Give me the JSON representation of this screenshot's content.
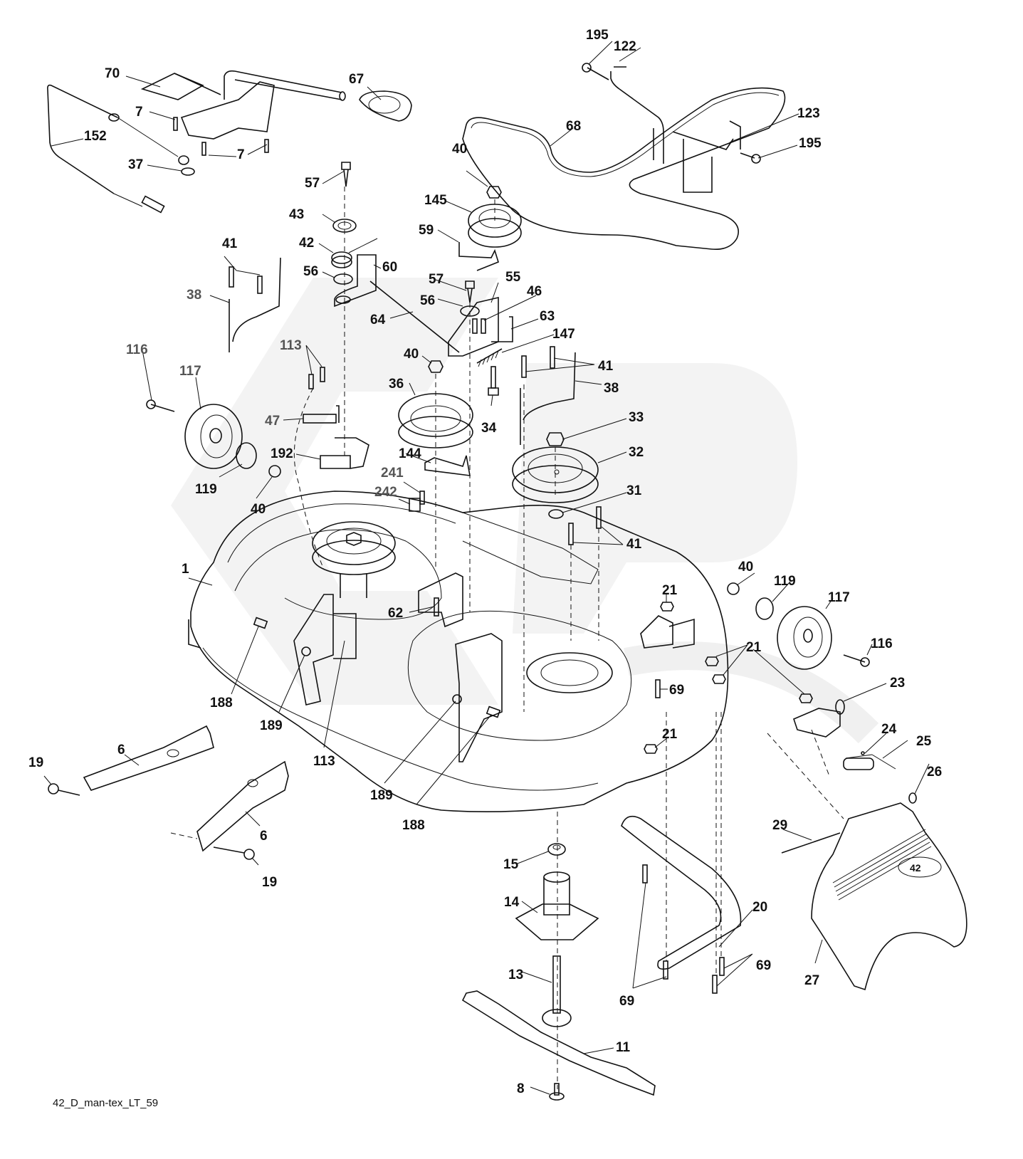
{
  "diagram": {
    "title_code": "42_D_man-tex_LT_59",
    "type": "exploded parts diagram",
    "subject": "42 in. mower deck assembly",
    "watermark_color": "#f0f0f0",
    "callouts": [
      {
        "id": "c-70",
        "label": "70"
      },
      {
        "id": "c-7a",
        "label": "7"
      },
      {
        "id": "c-7b",
        "label": "7"
      },
      {
        "id": "c-152",
        "label": "152"
      },
      {
        "id": "c-37",
        "label": "37"
      },
      {
        "id": "c-67",
        "label": "67"
      },
      {
        "id": "c-195a",
        "label": "195"
      },
      {
        "id": "c-122",
        "label": "122"
      },
      {
        "id": "c-123",
        "label": "123"
      },
      {
        "id": "c-195b",
        "label": "195"
      },
      {
        "id": "c-68",
        "label": "68"
      },
      {
        "id": "c-57a",
        "label": "57"
      },
      {
        "id": "c-43",
        "label": "43"
      },
      {
        "id": "c-42",
        "label": "42"
      },
      {
        "id": "c-56a",
        "label": "56"
      },
      {
        "id": "c-60",
        "label": "60"
      },
      {
        "id": "c-64",
        "label": "64"
      },
      {
        "id": "c-40a",
        "label": "40"
      },
      {
        "id": "c-145",
        "label": "145"
      },
      {
        "id": "c-59",
        "label": "59"
      },
      {
        "id": "c-57b",
        "label": "57"
      },
      {
        "id": "c-55",
        "label": "55"
      },
      {
        "id": "c-56b",
        "label": "56"
      },
      {
        "id": "c-46",
        "label": "46"
      },
      {
        "id": "c-63",
        "label": "63"
      },
      {
        "id": "c-147",
        "label": "147"
      },
      {
        "id": "c-41a",
        "label": "41"
      },
      {
        "id": "c-38a",
        "label": "38"
      },
      {
        "id": "c-113a",
        "label": "113"
      },
      {
        "id": "c-116a",
        "label": "116"
      },
      {
        "id": "c-117a",
        "label": "117"
      },
      {
        "id": "c-47",
        "label": "47"
      },
      {
        "id": "c-192",
        "label": "192"
      },
      {
        "id": "c-119a",
        "label": "119"
      },
      {
        "id": "c-40b",
        "label": "40"
      },
      {
        "id": "c-40c",
        "label": "40"
      },
      {
        "id": "c-36",
        "label": "36"
      },
      {
        "id": "c-34",
        "label": "34"
      },
      {
        "id": "c-41b",
        "label": "41"
      },
      {
        "id": "c-38b",
        "label": "38"
      },
      {
        "id": "c-33",
        "label": "33"
      },
      {
        "id": "c-32",
        "label": "32"
      },
      {
        "id": "c-144",
        "label": "144"
      },
      {
        "id": "c-241",
        "label": "241"
      },
      {
        "id": "c-242",
        "label": "242"
      },
      {
        "id": "c-31",
        "label": "31"
      },
      {
        "id": "c-41c",
        "label": "41"
      },
      {
        "id": "c-1",
        "label": "1"
      },
      {
        "id": "c-62",
        "label": "62"
      },
      {
        "id": "c-21a",
        "label": "21"
      },
      {
        "id": "c-40d",
        "label": "40"
      },
      {
        "id": "c-119b",
        "label": "119"
      },
      {
        "id": "c-117b",
        "label": "117"
      },
      {
        "id": "c-116b",
        "label": "116"
      },
      {
        "id": "c-21b",
        "label": "21"
      },
      {
        "id": "c-69a",
        "label": "69"
      },
      {
        "id": "c-23",
        "label": "23"
      },
      {
        "id": "c-188a",
        "label": "188"
      },
      {
        "id": "c-189a",
        "label": "189"
      },
      {
        "id": "c-113b",
        "label": "113"
      },
      {
        "id": "c-189b",
        "label": "189"
      },
      {
        "id": "c-188b",
        "label": "188"
      },
      {
        "id": "c-21c",
        "label": "21"
      },
      {
        "id": "c-24",
        "label": "24"
      },
      {
        "id": "c-25",
        "label": "25"
      },
      {
        "id": "c-26",
        "label": "26"
      },
      {
        "id": "c-6a",
        "label": "6"
      },
      {
        "id": "c-19a",
        "label": "19"
      },
      {
        "id": "c-6b",
        "label": "6"
      },
      {
        "id": "c-19b",
        "label": "19"
      },
      {
        "id": "c-29",
        "label": "29"
      },
      {
        "id": "c-15",
        "label": "15"
      },
      {
        "id": "c-14",
        "label": "14"
      },
      {
        "id": "c-20",
        "label": "20"
      },
      {
        "id": "c-69b",
        "label": "69"
      },
      {
        "id": "c-69c",
        "label": "69"
      },
      {
        "id": "c-27",
        "label": "27"
      },
      {
        "id": "c-13",
        "label": "13"
      },
      {
        "id": "c-11",
        "label": "11"
      },
      {
        "id": "c-8",
        "label": "8"
      }
    ],
    "deflector_badge": "42"
  }
}
